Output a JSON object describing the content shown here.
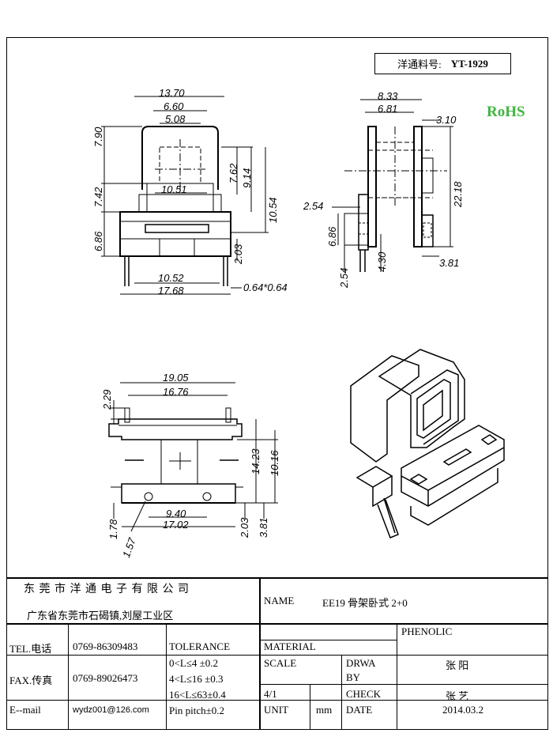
{
  "header": {
    "part_label": "洋通料号:",
    "part_number": "YT-1929",
    "rohs": "RoHS"
  },
  "dimensions": {
    "front": {
      "w1": "13.70",
      "w2": "6.60",
      "w3": "5.08",
      "h1": "7.90",
      "h2": "7.42",
      "h3": "6.86",
      "h4": "7.62",
      "h5": "9.14",
      "h6": "10.54",
      "w4": "10.51",
      "h7": "2.03",
      "w5": "10.52",
      "w6": "17.68",
      "pin": "0.64*0.64"
    },
    "side": {
      "w1": "8.33",
      "w2": "6.81",
      "w3": "3.10",
      "h1": "22.18",
      "w4": "2.54",
      "h2": "6.86",
      "h3": "2.54",
      "h4": "4.30",
      "w5": "3.81"
    },
    "top": {
      "w1": "19.05",
      "w2": "16.76",
      "h1": "2.29",
      "h2": "14.23",
      "h3": "10.16",
      "w3": "9.40",
      "w4": "17.02",
      "h4": "1.78",
      "h5": "1.57",
      "h6": "2.03",
      "h7": "3.81"
    }
  },
  "title_block": {
    "company": "东 莞 市 洋 通 电 子 有 限 公 司",
    "address": "广东省东莞市石碣镇,刘屋工业区",
    "name_label": "NAME",
    "name_value": "EE19 骨架卧式 2+0",
    "tel_label": "TEL.电话",
    "tel_value": "0769-86309483",
    "fax_label": "FAX.传真",
    "fax_value": "0769-89026473",
    "email_label": "E--mail",
    "email_value": "wydz001@126.com",
    "tolerance_label": "TOLERANCE",
    "tol1": "0<L≤4   ±0.2",
    "tol2": "4<L≤16  ±0.3",
    "tol3": "16<L≤63±0.4",
    "tol4": "Pin pitch±0.2",
    "material_label": "MATERIAL",
    "material_value": "PHENOLIC",
    "scale_label": "SCALE",
    "scale_value": "4/1",
    "drawn_label": "DRWA",
    "drawn_label2": "BY",
    "drawn_value": "张  阳",
    "check_label": "CHECK",
    "check_value": "张  艺",
    "unit_label": "UNIT",
    "unit_value": "mm",
    "date_label": "DATE",
    "date_value": "2014.03.2"
  }
}
